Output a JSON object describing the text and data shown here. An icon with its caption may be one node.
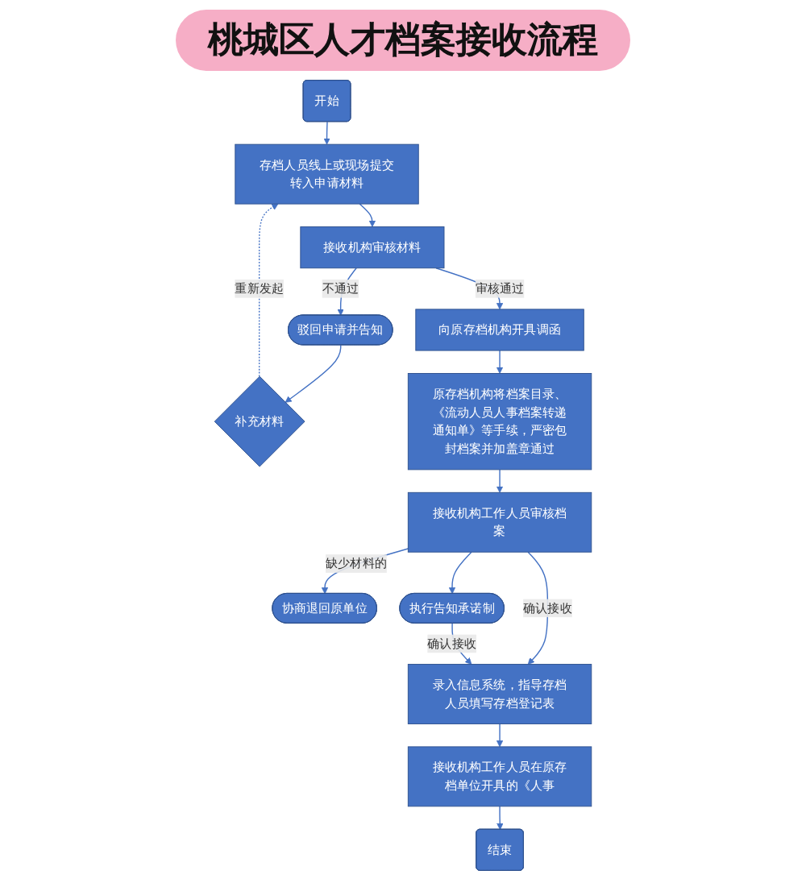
{
  "diagram": {
    "title": "桃城区人才档案接收流程",
    "nodes": [
      {
        "text": [
          "开始"
        ]
      },
      {
        "text": [
          "存档人员线上或现场提交转入申请材料"
        ]
      },
      {
        "text": [
          "补充材料"
        ]
      },
      {
        "text": [
          "接收机构审核材料"
        ]
      },
      {
        "text": [
          "驳回申请并告知"
        ]
      },
      {
        "text": [
          "向原存档机构开具调函"
        ]
      },
      {
        "text": [
          "原存档机构将档案目录、《流动人员人事档案转递通知单》等手续，严密包封档案并加盖章通过"
        ]
      },
      {
        "text": [
          "接收机构工作人员审核档案"
        ]
      },
      {
        "text": [
          "协商退回原单位"
        ]
      },
      {
        "text": [
          "执行告知承诺制"
        ]
      },
      {
        "text": [
          "录入信息系统，指导存档人员填写存档登记表"
        ]
      },
      {
        "text": [
          "接收机构工作人员在原存档单位开具的《人事"
        ]
      },
      {
        "text": [
          "结束"
        ]
      }
    ],
    "edges": [
      {
        "from": 0,
        "to": 1,
        "arrow": "to"
      },
      {
        "from": 1,
        "to": 3,
        "arrow": "to"
      },
      {
        "from": 3,
        "to": 4,
        "arrow": "to",
        "label": "不通过"
      },
      {
        "from": 4,
        "to": 2,
        "arrow": "to"
      },
      {
        "from": 2,
        "to": 1,
        "arrow": "to",
        "label": "重新发起",
        "style": "dashed"
      },
      {
        "from": 3,
        "to": 5,
        "arrow": "to",
        "label": "审核通过"
      },
      {
        "from": 5,
        "to": 6,
        "arrow": "to"
      },
      {
        "from": 6,
        "to": 7,
        "arrow": "to"
      },
      {
        "from": 7,
        "to": 8,
        "arrow": "to",
        "label": "缺少材料的"
      },
      {
        "from": 7,
        "to": 9,
        "arrow": "to"
      },
      {
        "from": 7,
        "to": 10,
        "arrow": "to",
        "label": "确认接收"
      },
      {
        "from": 9,
        "to": 10,
        "arrow": "to",
        "label": "确认接收"
      },
      {
        "from": 10,
        "to": 11,
        "arrow": "to"
      },
      {
        "from": 11,
        "to": 12,
        "arrow": "to"
      }
    ]
  }
}
